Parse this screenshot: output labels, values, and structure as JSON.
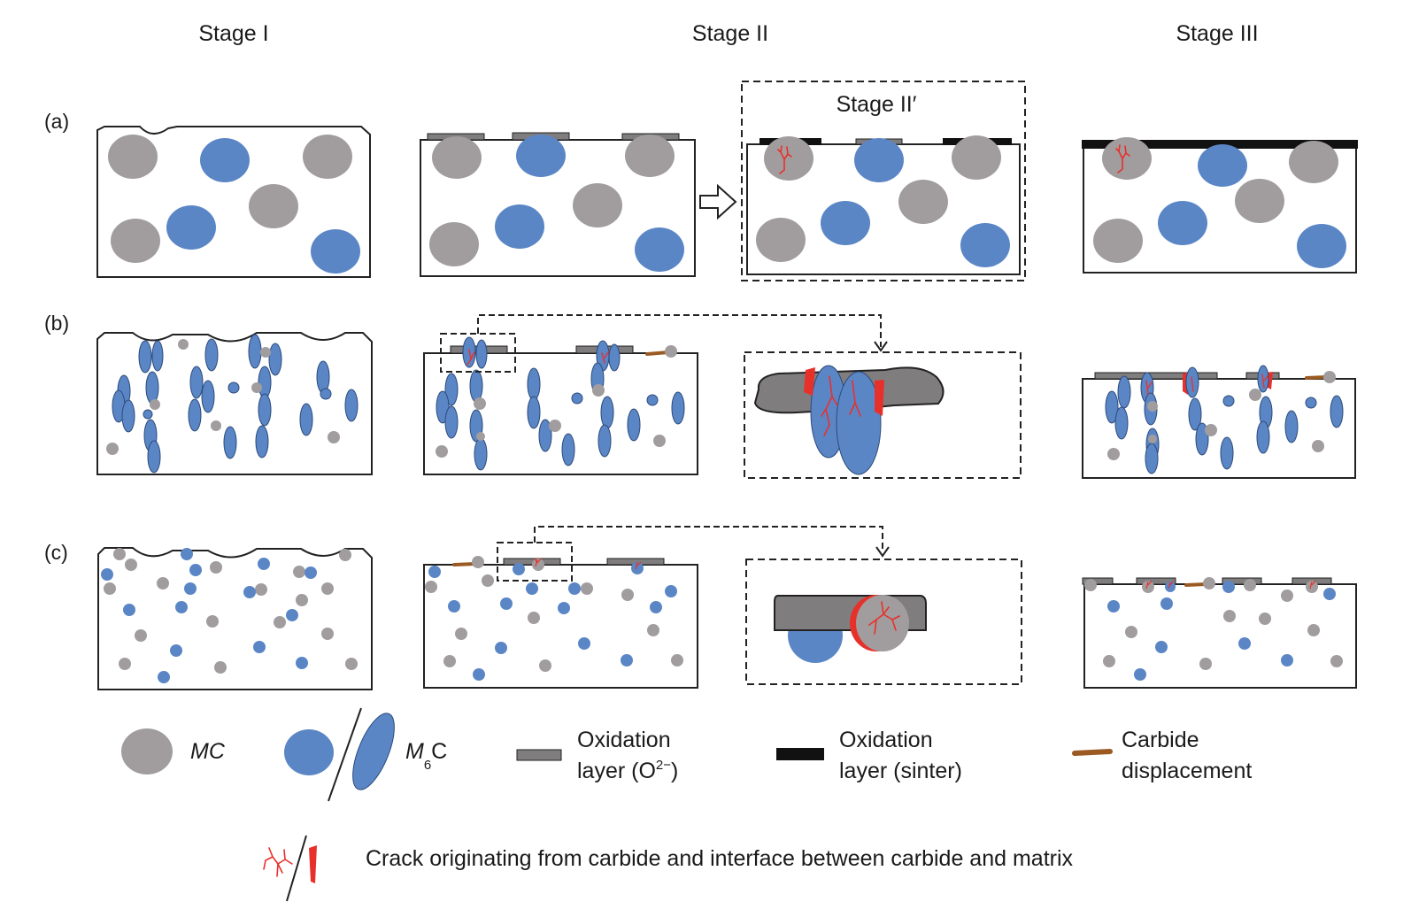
{
  "headers": {
    "stage1": "Stage I",
    "stage2": "Stage II",
    "stage3": "Stage III",
    "stage2_prime": "Stage II′"
  },
  "rows": {
    "a": "(a)",
    "b": "(b)",
    "c": "(c)"
  },
  "legend": {
    "mc": "MC",
    "m6c_prefix": "M",
    "m6c_sub": "6",
    "m6c_suffix": "C",
    "ox_o2_line1": "Oxidation",
    "ox_o2_line2_prefix": "layer (O",
    "ox_o2_sup": "2−",
    "ox_o2_line2_suffix": ")",
    "ox_sinter_line1": "Oxidation",
    "ox_sinter_line2": "layer (sinter)",
    "carbide_line1": "Carbide",
    "carbide_line2": "displacement",
    "crack": "Crack originating from carbide and interface between carbide and matrix"
  },
  "colors": {
    "mc": "#a19d9e",
    "m6c": "#5b86c6",
    "oxide_o2": "#7f7d7e",
    "oxide_sinter": "#111111",
    "carbide_disp": "#9a5a22",
    "crack": "#e8302b"
  },
  "icons": [
    "arrow-right-icon",
    "crack-branch-icon",
    "crack-wedge-icon"
  ]
}
